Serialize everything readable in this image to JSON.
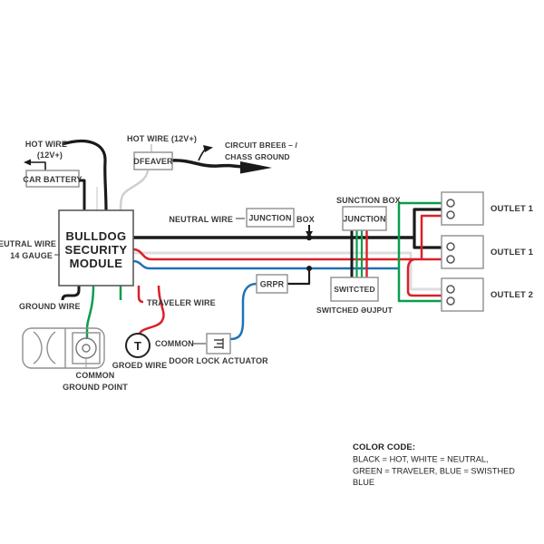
{
  "diagram": {
    "top_left": {
      "hot_wire_1": "HOT WIRE",
      "hot_wire_2": "(12V+)",
      "car_battery": "CAR BATTERY"
    },
    "top_mid": {
      "hot_wire": "HOT WIRE (12V+)",
      "dfeaver": "DFEAVER",
      "circuit_1": "CIRCUIT BREEß – /",
      "circuit_2": "CHASS GROUND"
    },
    "module": {
      "line1": "BULLDOG",
      "line2": "SECURITY",
      "line3": "MODULE"
    },
    "left": {
      "neutral_1": "NEUTRAL WIRE",
      "neutral_2": "14 GAUGE",
      "ground_wire": "GROUND WIRE",
      "traveler_wire": "TRAVELER WIRE"
    },
    "mid": {
      "neutral_wire": "NEUTRAL WIRE",
      "junction_small": "JUNCTION",
      "box_suffix": "BOX",
      "sunction_box": "SUNCTION BOX",
      "junction": "JUNCTION",
      "switcted": "SWITCTED",
      "switched_output": "SWITCHED ƏUJPUT",
      "grpr": "GRPR"
    },
    "bottom": {
      "common_ground_1": "COMMON",
      "common_ground_2": "GROUND POINT",
      "t_letter": "T",
      "groed_wire": "GROED WIRE",
      "common": "COMMON",
      "door_lock": "DOOR LOCK ACTUATOR"
    },
    "outlets": {
      "outlet_top": "OUTLET 1",
      "outlet_mid": "OUTLET 1",
      "outlet_bottom": "OUTLET 2"
    },
    "color_code": {
      "title": "COLOR CODE:",
      "line1": "BLACK = HOT,  WHITE = NEUTRAL,",
      "line2": "GREEN = TRAVELER, BLUE = SWISTHED",
      "line3": "BLUE"
    },
    "colors": {
      "hot_black": "#1a1a1a",
      "neutral_white": "#dedede",
      "traveler_green": "#089e4c",
      "switched_blue": "#1f72b5",
      "accessory_red": "#d92128",
      "fuse_gray": "#cfcfcf"
    }
  }
}
